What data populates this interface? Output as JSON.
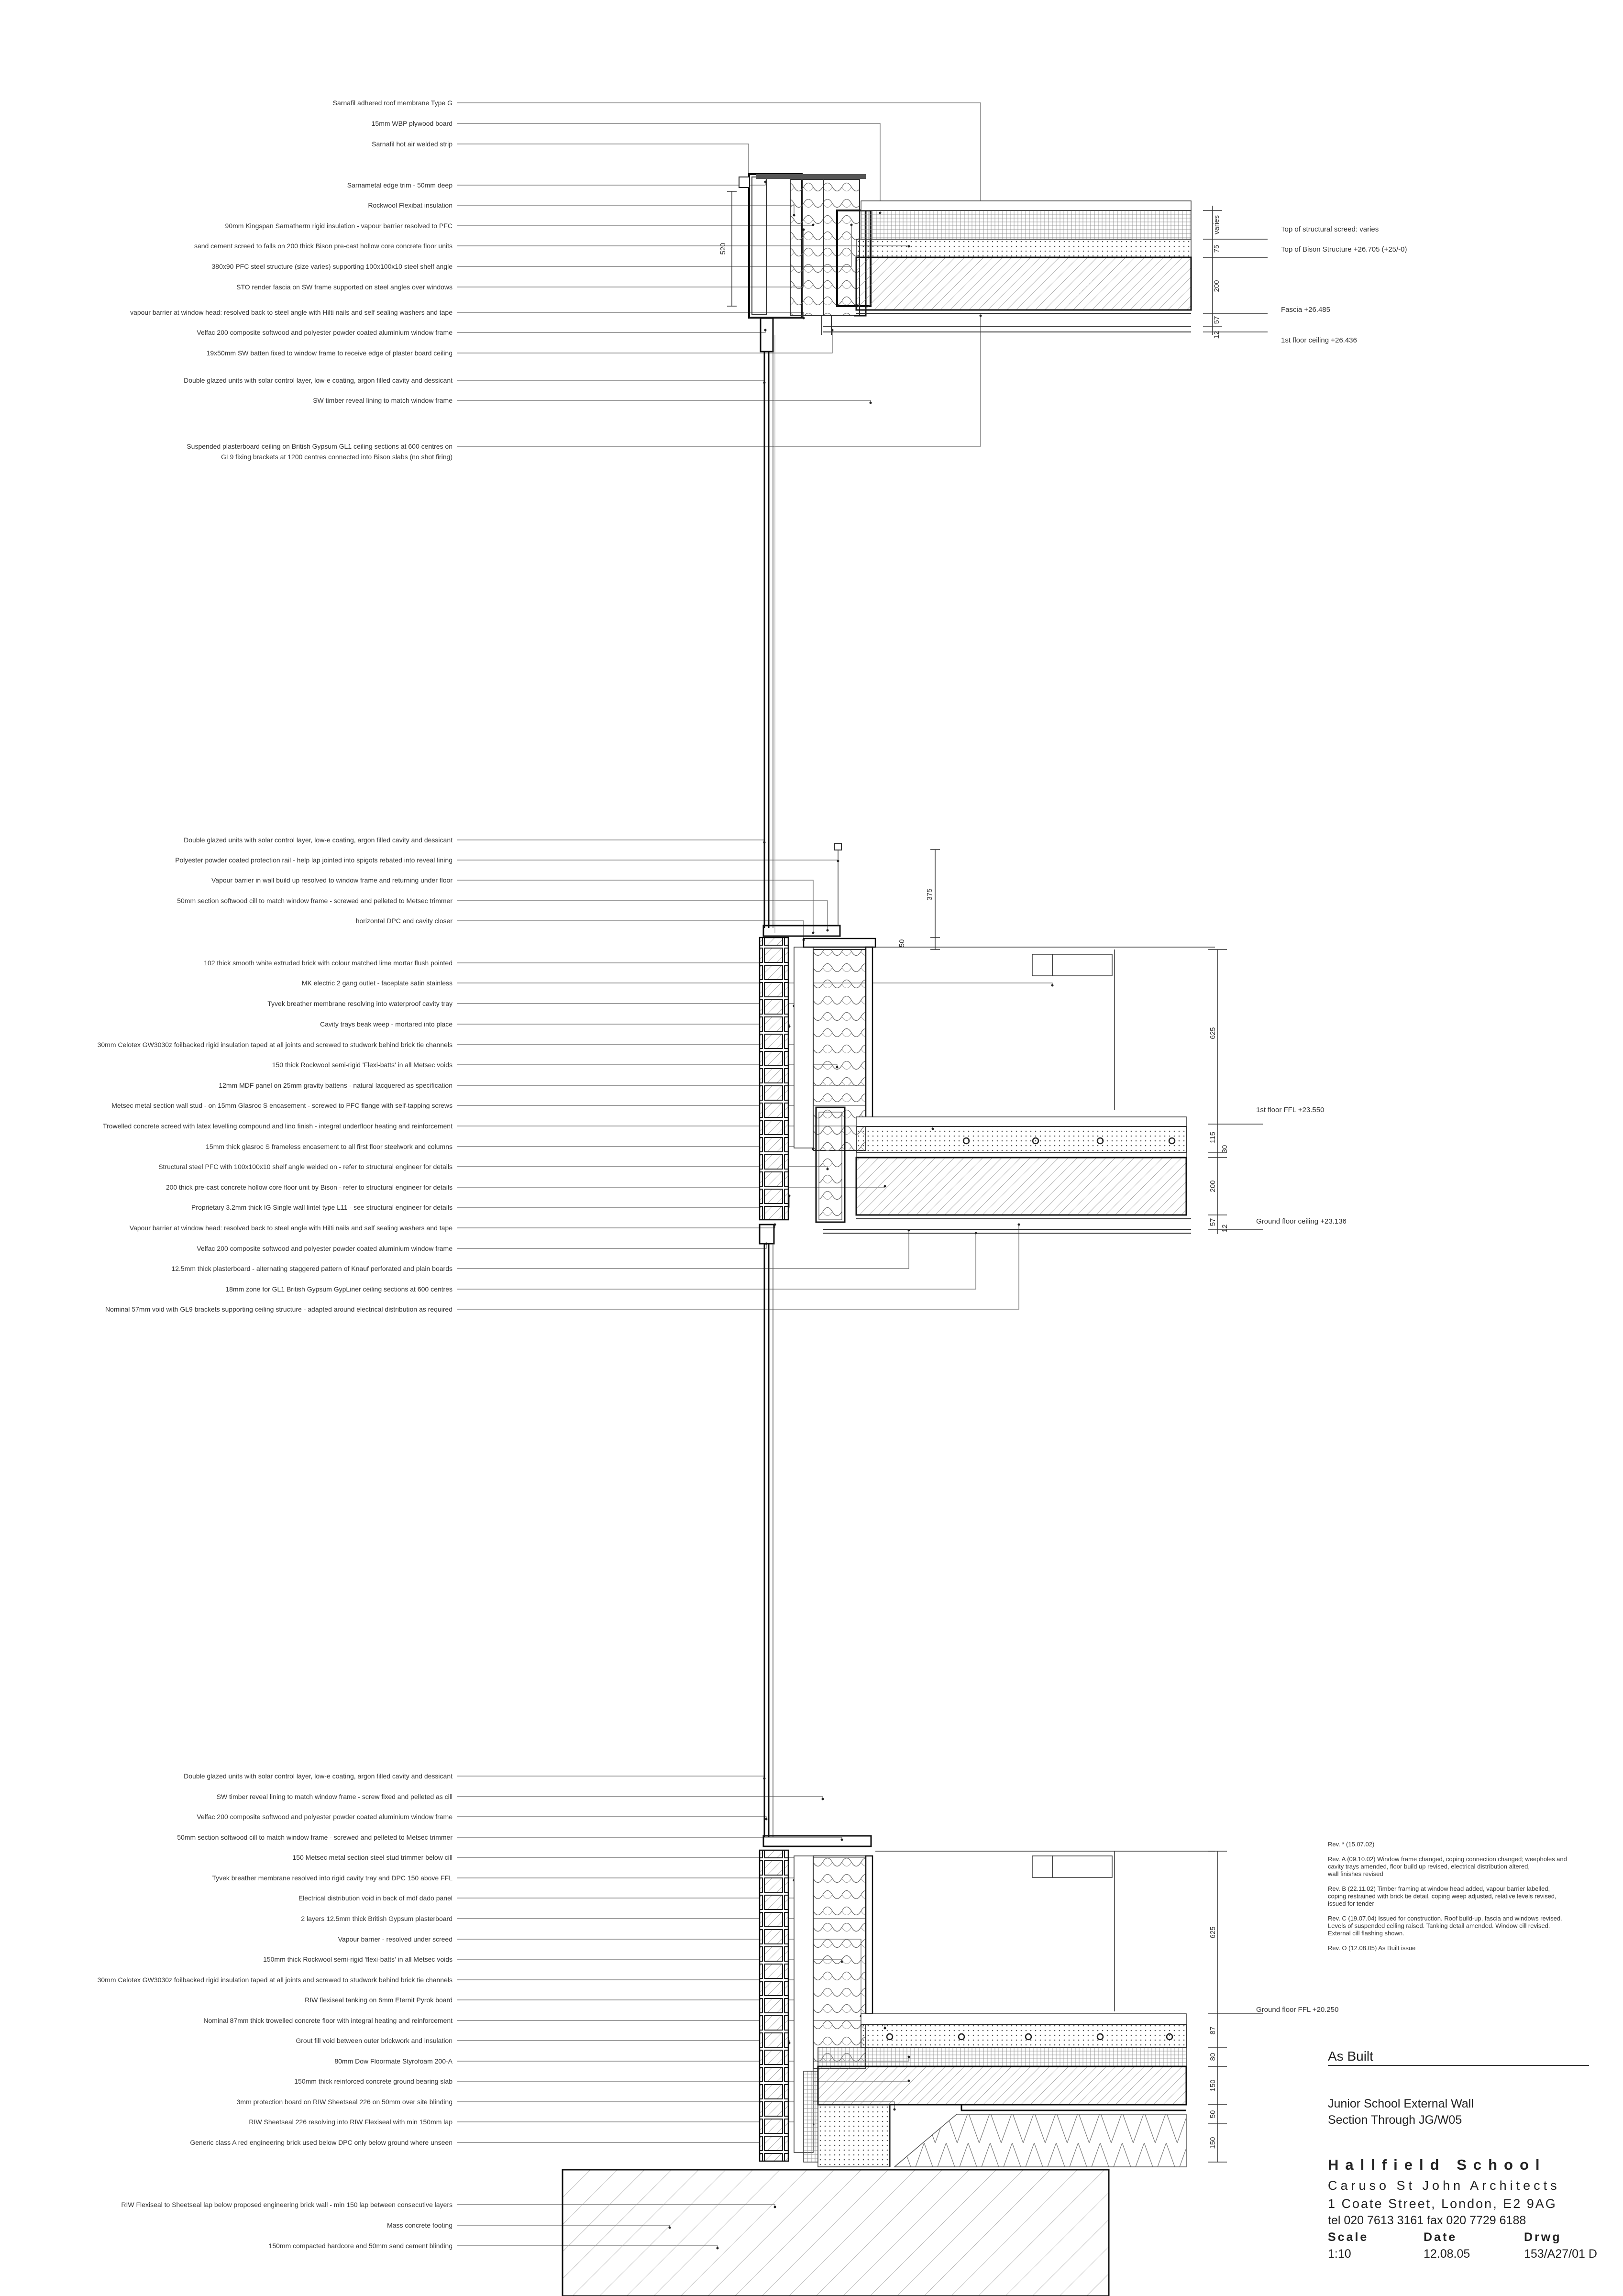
{
  "drawing": {
    "labels_top": [
      "Sarnafil adhered roof membrane Type G",
      "15mm WBP plywood board",
      "Sarnafil hot air welded strip",
      "Sarnametal edge trim - 50mm deep",
      "Rockwool Flexibat insulation",
      "90mm Kingspan Sarnatherm rigid insulation - vapour barrier resolved to PFC",
      "sand cement screed to falls on 200 thick Bison pre-cast hollow core concrete floor units",
      "380x90 PFC steel structure (size varies) supporting 100x100x10 steel shelf angle",
      "STO render fascia on SW frame supported on steel angles over windows",
      "vapour barrier at window head: resolved back to steel angle with Hilti nails and self sealing washers and tape",
      "Velfac 200 composite softwood and polyester powder coated aluminium window frame",
      "19x50mm SW batten fixed to window frame to receive edge of plaster board ceiling",
      "Double glazed units with solar control layer, low-e coating, argon filled cavity and dessicant",
      "SW timber reveal lining to match window frame",
      "Suspended plasterboard ceiling on British Gypsum GL1 ceiling sections at 600 centres on",
      "GL9 fixing brackets at 1200 centres connected into Bison slabs (no shot firing)"
    ],
    "labels_mid": [
      "Double glazed units with solar control layer, low-e coating, argon filled cavity and dessicant",
      "Polyester powder coated protection rail - help lap jointed into spigots rebated into reveal lining",
      "Vapour barrier in wall build up resolved to window frame and returning under floor",
      "50mm section softwood cill to match window frame - screwed and pelleted to Metsec trimmer",
      "horizontal DPC and cavity closer",
      "102 thick smooth white extruded brick with colour matched lime mortar flush pointed",
      "MK electric 2 gang outlet - faceplate satin stainless",
      "Tyvek breather membrane resolving into waterproof cavity tray",
      "Cavity trays beak weep - mortared into place",
      "30mm Celotex GW3030z foilbacked rigid insulation taped at all joints and screwed to studwork behind brick tie channels",
      "150 thick Rockwool semi-rigid 'Flexi-batts' in all Metsec voids",
      "12mm MDF panel on 25mm gravity battens - natural lacquered as specification",
      "Metsec metal section wall stud - on 15mm Glasroc S encasement - screwed to PFC flange with self-tapping screws",
      "Trowelled concrete screed with latex levelling compound and lino finish - integral underfloor heating and reinforcement",
      "15mm thick glasroc S frameless encasement to all first floor steelwork and columns",
      "Structural steel PFC with 100x100x10 shelf angle welded on - refer to structural engineer for details",
      "200 thick pre-cast concrete hollow core floor unit by Bison - refer to structural engineer for details",
      "Proprietary 3.2mm thick IG Single wall lintel type L11 - see structural engineer for details",
      "Vapour barrier at window head: resolved back to steel angle with Hilti nails and self sealing washers and tape",
      "Velfac 200 composite softwood and polyester powder coated aluminium window frame",
      "12.5mm thick plasterboard - alternating staggered pattern of Knauf perforated and plain boards",
      "18mm zone for GL1 British Gypsum GypLiner ceiling sections at 600 centres",
      "Nominal 57mm void with GL9 brackets supporting ceiling structure - adapted around electrical distribution as required"
    ],
    "labels_bottom": [
      "Double glazed units with solar control layer, low-e coating, argon filled cavity and dessicant",
      "SW timber reveal lining to match window frame - screw fixed and pelleted as cill",
      "Velfac 200 composite softwood and polyester powder coated aluminium window frame",
      "50mm section softwood cill to match window frame - screwed and pelleted to Metsec trimmer",
      "150 Metsec metal section steel stud trimmer below cill",
      "Tyvek breather membrane resolved into rigid cavity tray and DPC 150 above FFL",
      "Electrical distribution void in back of mdf dado panel",
      "2 layers 12.5mm thick British Gypsum plasterboard",
      "Vapour barrier - resolved under screed",
      "150mm thick Rockwool semi-rigid 'flexi-batts' in all Metsec voids",
      "30mm Celotex GW3030z foilbacked rigid insulation taped at all joints and screwed to studwork behind brick tie channels",
      "RIW flexiseal tanking on 6mm Eternit Pyrok board",
      "Nominal 87mm thick trowelled concrete floor with integral heating and reinforcement",
      "Grout fill void between outer brickwork and insulation",
      "80mm Dow Floormate Styrofoam 200-A",
      "150mm thick reinforced concrete ground bearing slab",
      "3mm protection board on RIW Sheetseal 226 on 50mm over site blinding",
      "RIW Sheetseal 226 resolving into RIW Flexiseal with min 150mm lap",
      "Generic class A red engineering brick used below DPC only below ground where unseen"
    ],
    "labels_footing": [
      "RIW Flexiseal to Sheetseal lap below proposed engineering brick wall - min 150 lap between consecutive layers",
      "Mass concrete footing",
      "150mm compacted hardcore and 50mm sand cement blinding"
    ],
    "levels": [
      "Top of structural screed:  varies",
      "Top of Bison Structure  +26.705 (+25/-0)",
      "Fascia +26.485",
      "1st floor ceiling  +26.436",
      "1st floor FFL  +23.550",
      "Ground floor ceiling  +23.136",
      "Ground floor FFL  +20.250"
    ],
    "dims_top": [
      "varies",
      "75",
      "200",
      "57",
      "12"
    ],
    "dims_parapet": "520",
    "dims_mid": [
      "375",
      "50",
      "625",
      "115",
      "30",
      "200",
      "57",
      "12"
    ],
    "dims_bottom": [
      "625",
      "87",
      "80",
      "150",
      "50",
      "150"
    ]
  },
  "revisions": {
    "lines": [
      "Rev. * (15.07.02)",
      "",
      "Rev. A (09.10.02) Window frame changed, coping connection changed; weepholes and",
      "cavity trays amended, floor build up revised, electrical distribution altered,",
      "wall finishes revised",
      "",
      "Rev. B (22.11.02) Timber framing at window head added, vapour barrier labelled,",
      "coping restrained with brick tie detail, coping weep adjusted, relative levels revised,",
      "issued for tender",
      "",
      "Rev. C (19.07.04) Issued for construction. Roof build-up, fascia and windows revised.",
      "Levels of suspended ceiling raised. Tanking detail amended. Window cill revised.",
      "External cill flashing shown.",
      "",
      "Rev. O (12.08.05) As Built issue"
    ]
  },
  "title_block": {
    "status": "As Built",
    "title_line1": "Junior School External Wall",
    "title_line2": "Section Through JG/W05",
    "project": "Hallfield School",
    "architect": "Caruso St John Architects",
    "address": "1 Coate Street, London, E2 9AG",
    "tel_fax": "tel 020 7613 3161   fax 020 7729 6188",
    "scale_label": "Scale",
    "date_label": "Date",
    "drwg_label": "Drwg",
    "scale": "1:10",
    "date": "12.08.05",
    "drwg": "153/A27/01 D"
  }
}
